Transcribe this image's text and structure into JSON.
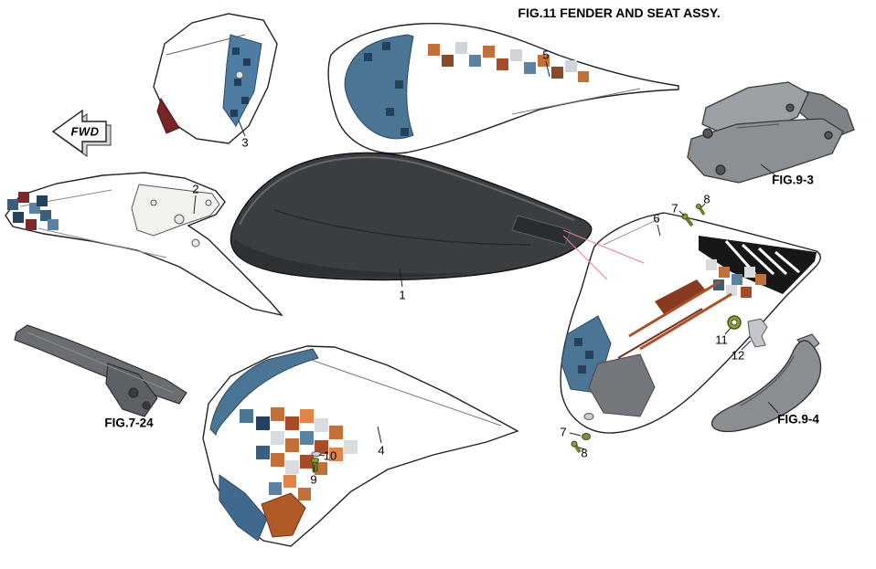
{
  "title": "FIG.11  FENDER AND SEAT ASSY.",
  "fwd": "FWD",
  "callouts": [
    {
      "label": "1"
    },
    {
      "label": "2"
    },
    {
      "label": "3"
    },
    {
      "label": "4"
    },
    {
      "label": "5"
    },
    {
      "label": "6"
    },
    {
      "label": "7"
    },
    {
      "label": "8"
    },
    {
      "label": "7"
    },
    {
      "label": "8"
    },
    {
      "label": "9"
    },
    {
      "label": "10"
    },
    {
      "label": "11"
    },
    {
      "label": "12"
    }
  ],
  "references": [
    {
      "label": "FIG.9-3"
    },
    {
      "label": "FIG.7-24"
    },
    {
      "label": "FIG.9-4"
    }
  ],
  "colors": {
    "body_white": "#ffffff",
    "decal_blue": "#4a7595",
    "decal_dark_blue": "#24425e",
    "decal_orange": "#c2703a",
    "decal_dark_orange": "#a84b28",
    "fastener_olive": "#7d8f38",
    "metal_gray": "#8a9094",
    "seat_dark": "#3b3e41",
    "leader_red": "#e8808e"
  }
}
